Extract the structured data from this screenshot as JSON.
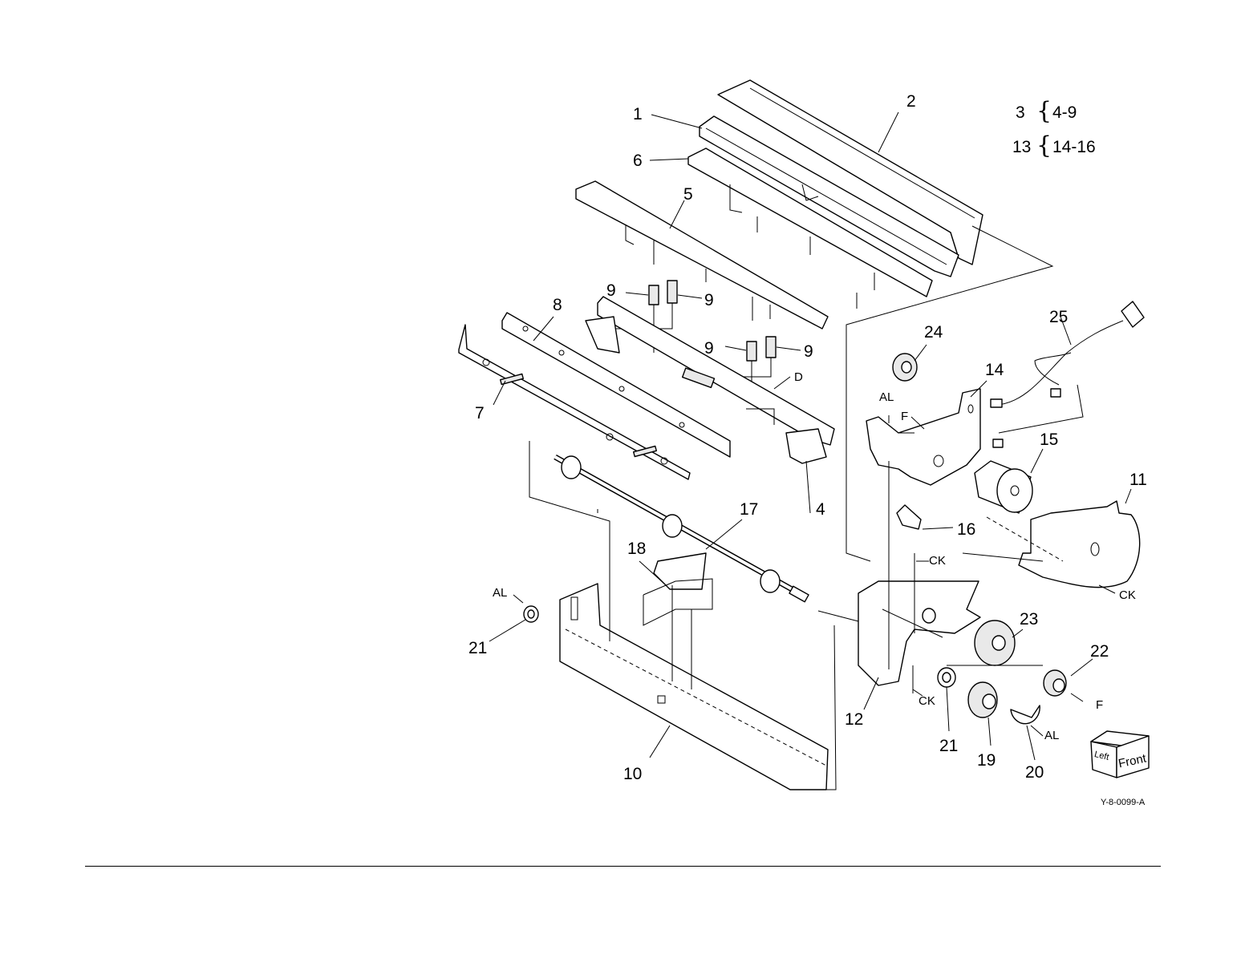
{
  "legend": {
    "rows": [
      {
        "parent": "3",
        "brace": "{",
        "range": "4-9"
      },
      {
        "parent": "13",
        "brace": "{",
        "range": "14-16"
      }
    ]
  },
  "callouts": [
    "1",
    "2",
    "5",
    "6",
    "7",
    "8",
    "9",
    "9",
    "9",
    "9",
    "10",
    "11",
    "12",
    "14",
    "15",
    "16",
    "17",
    "18",
    "19",
    "20",
    "21",
    "21",
    "22",
    "23",
    "24",
    "25",
    "4"
  ],
  "codes": {
    "AL": "AL",
    "F": "F",
    "CK": "CK",
    "D": "D"
  },
  "orientation_cube": {
    "left": "Left",
    "front": "Front"
  },
  "figure_id": "Y-8-0099-A"
}
